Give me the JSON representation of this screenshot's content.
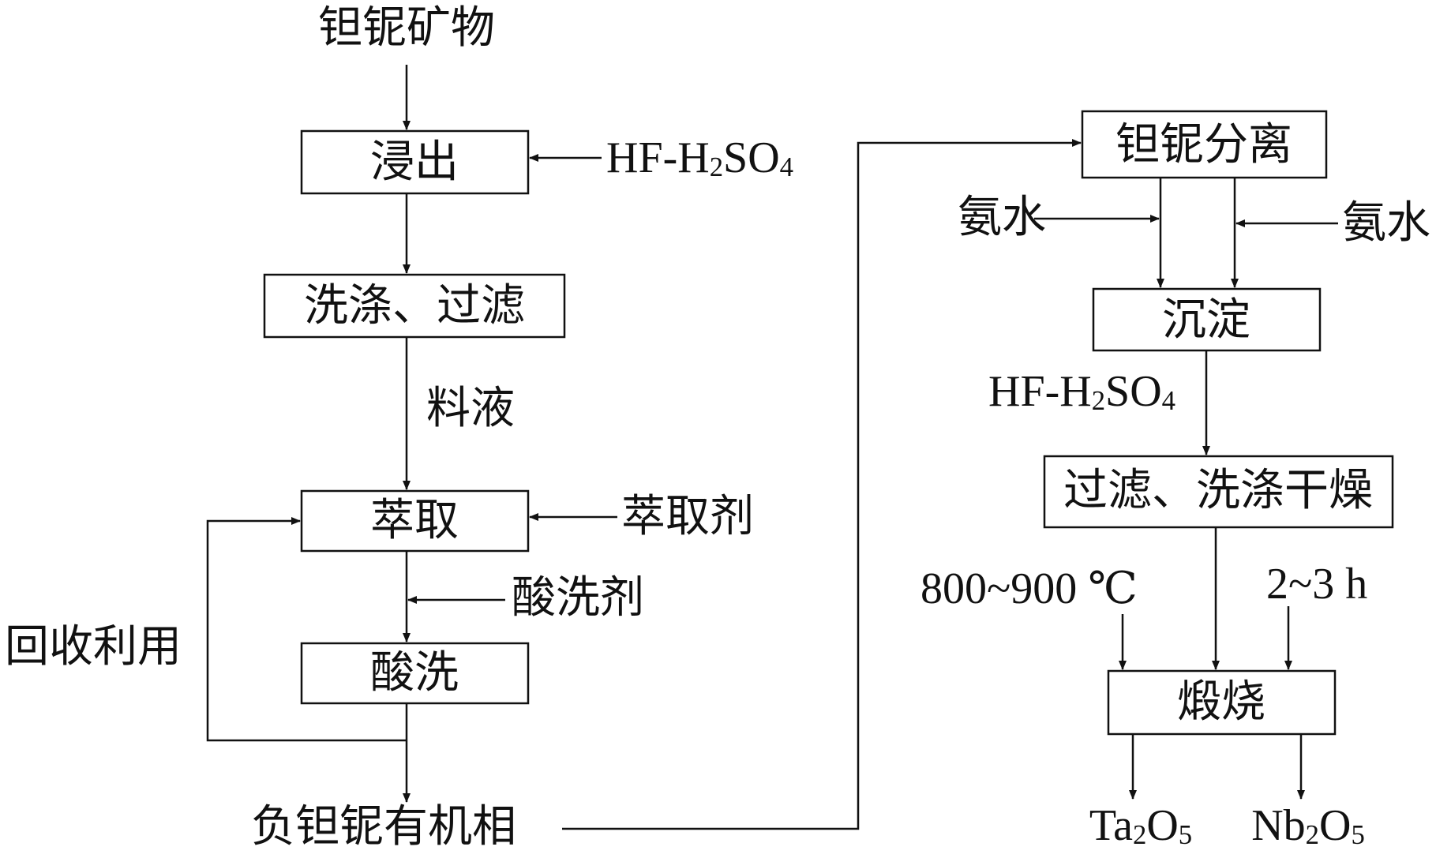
{
  "nodes": {
    "start": "钽铌矿物",
    "leach": "浸出",
    "wash_filter": "洗涤、过滤",
    "extract": "萃取",
    "acid_wash": "酸洗",
    "loaded_org": "负钽铌有机相",
    "separation": "钽铌分离",
    "precipitate": "沉淀",
    "filter_dry": "过滤、洗涤干燥",
    "calcine": "煅烧"
  },
  "labels": {
    "reagent_leach": {
      "pre": "HF-H",
      "s1": "2",
      "mid": "SO",
      "s2": "4"
    },
    "reagent_precip": {
      "pre": "HF-H",
      "s1": "2",
      "mid": "SO",
      "s2": "4"
    },
    "feed_liquid": "料液",
    "extractant": "萃取剂",
    "acid_wash_agent": "酸洗剂",
    "recycle": "回收利用",
    "ammonia_left": "氨水",
    "ammonia_right": "氨水",
    "temperature": "800~900 ℃",
    "time": "2~3 h"
  },
  "products": {
    "ta": {
      "a": "Ta",
      "s1": "2",
      "b": "O",
      "s2": "5"
    },
    "nb": {
      "a": "Nb",
      "s1": "2",
      "b": "O",
      "s2": "5"
    }
  }
}
